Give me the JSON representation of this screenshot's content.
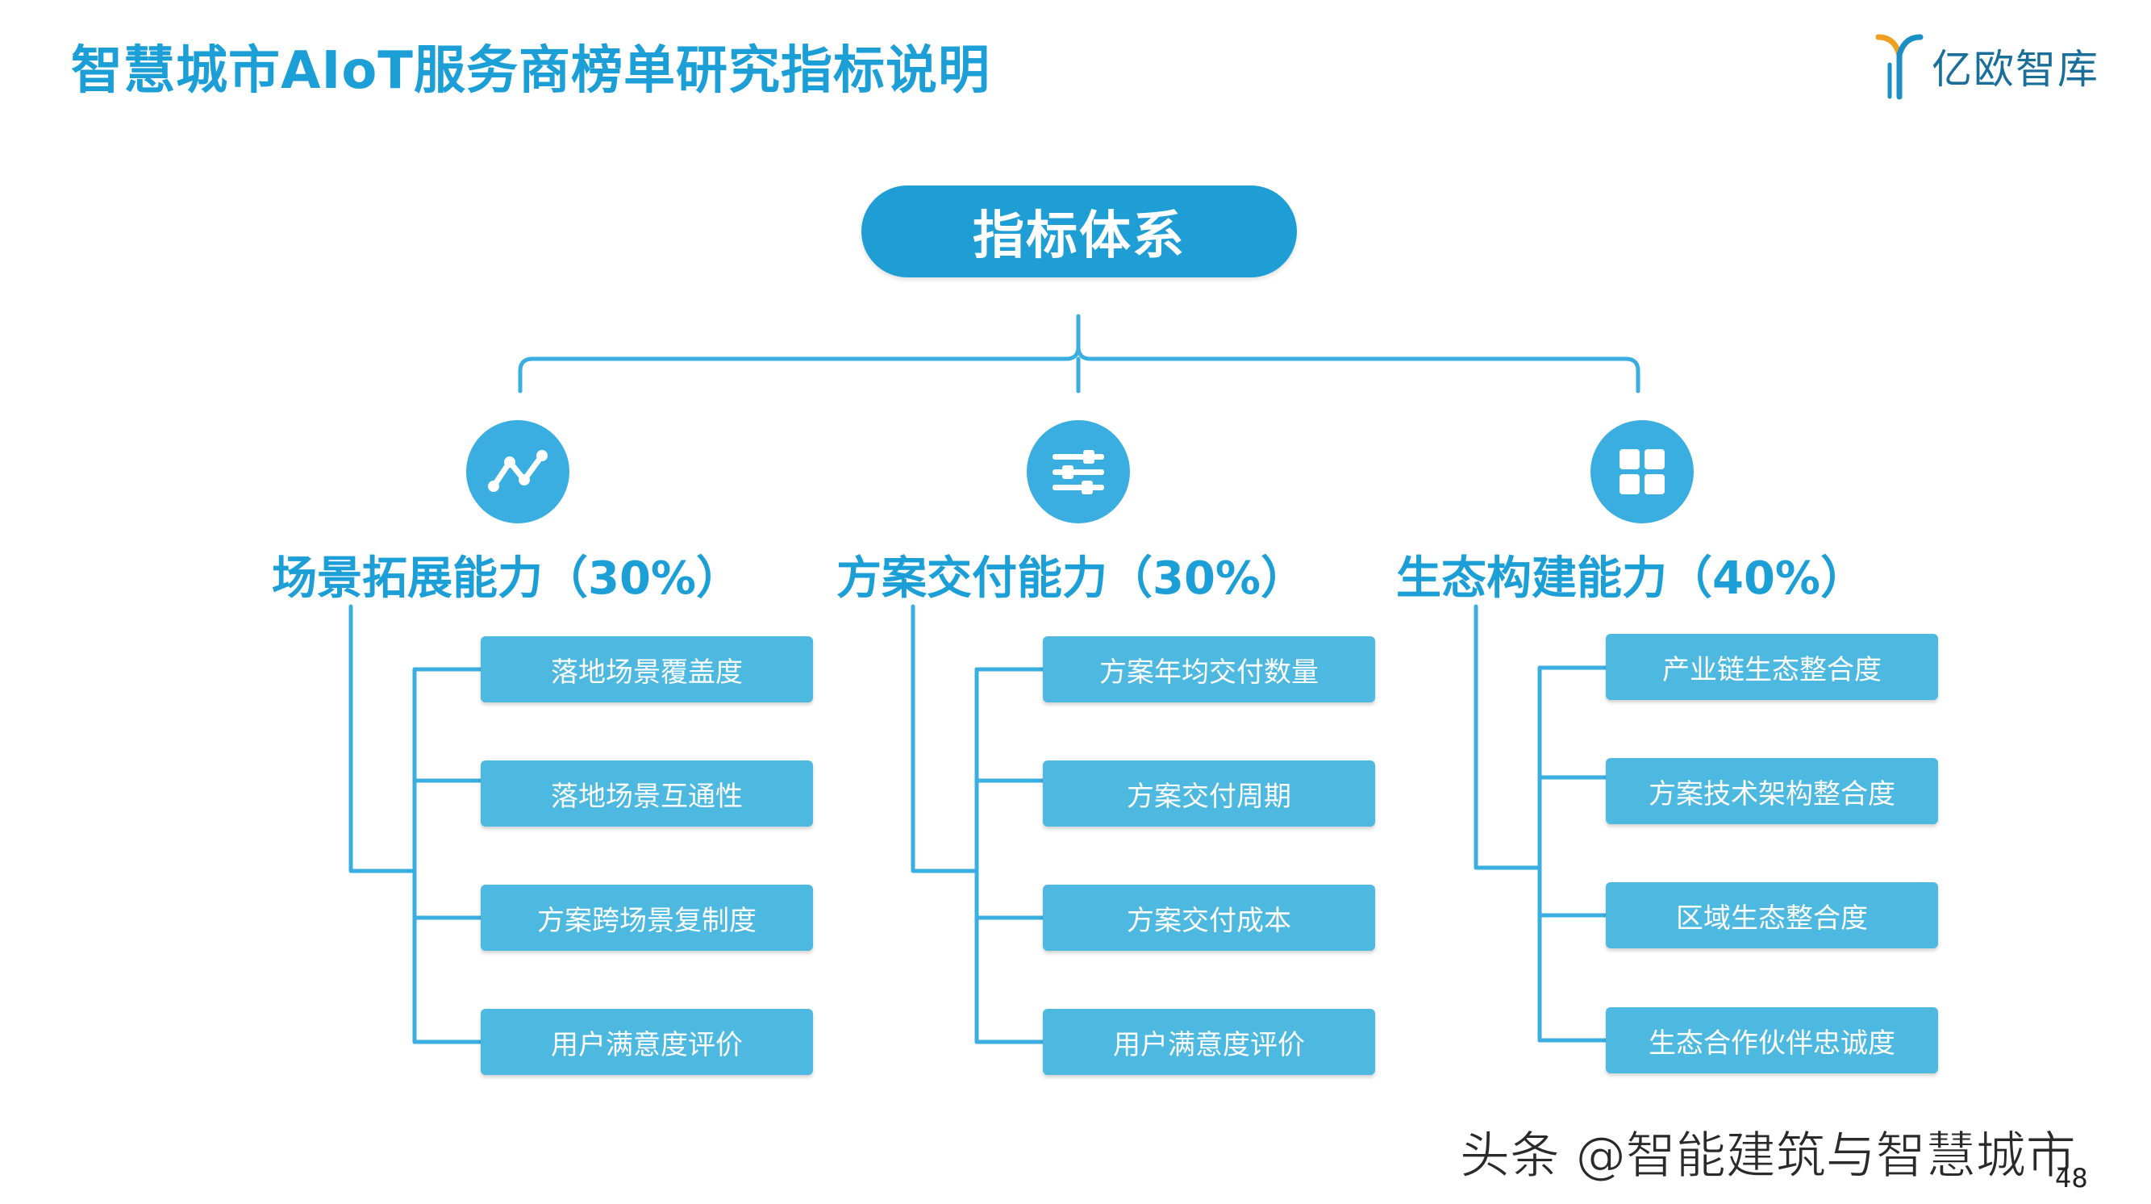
{
  "header": {
    "title": "智慧城市AIoT服务商榜单研究指标说明",
    "logo_text": "亿欧智库"
  },
  "root": {
    "label": "指标体系"
  },
  "categories": [
    {
      "label": "场景拓展能力（30%）",
      "icon": "line-chart-icon",
      "items": [
        "落地场景覆盖度",
        "落地场景互通性",
        "方案跨场景复制度",
        "用户满意度评价"
      ]
    },
    {
      "label": "方案交付能力（30%）",
      "icon": "sliders-icon",
      "items": [
        "方案年均交付数量",
        "方案交付周期",
        "方案交付成本",
        "用户满意度评价"
      ]
    },
    {
      "label": "生态构建能力（40%）",
      "icon": "grid-icon",
      "items": [
        "产业链生态整合度",
        "方案技术架构整合度",
        "区域生态整合度",
        "生态合作伙伴忠诚度"
      ]
    }
  ],
  "footer": {
    "watermark": "头条 @智能建筑与智慧城市",
    "page_number": "48"
  },
  "colors": {
    "primary": "#1b9fd6",
    "pill": "#1f9ed5",
    "icon_circle": "#3aaee0",
    "item_box": "#4db8e0",
    "connector": "#3aaee0"
  }
}
